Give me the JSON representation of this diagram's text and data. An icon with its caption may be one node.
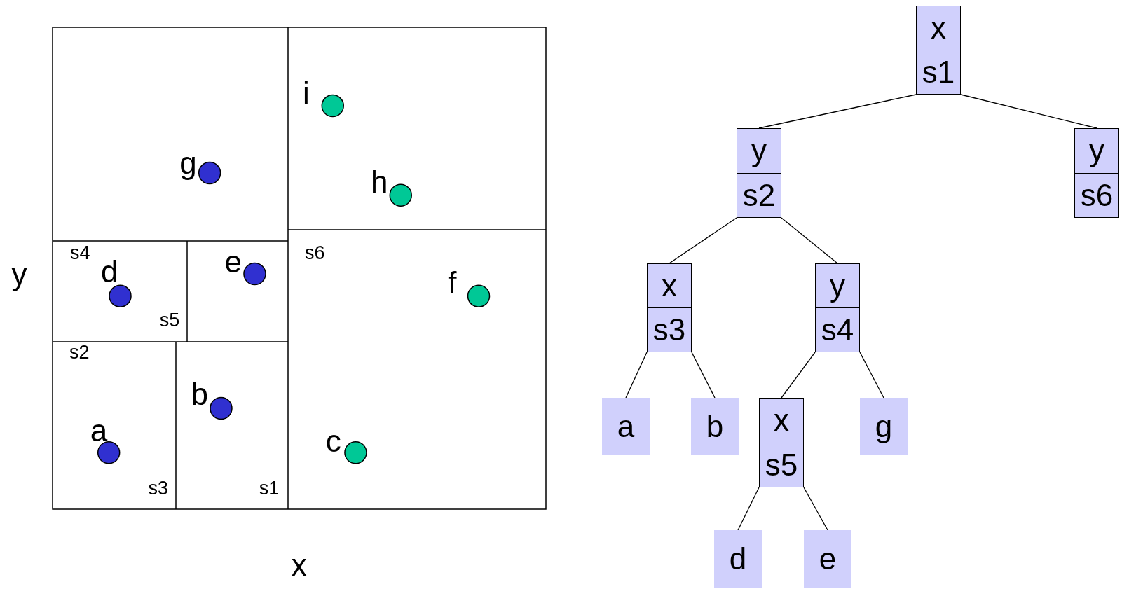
{
  "diagram": {
    "nodes": [
      {
        "text": [
          "x",
          "s1"
        ]
      },
      {
        "text": [
          "y",
          "s2"
        ]
      },
      {
        "text": [
          "y",
          "s6"
        ]
      },
      {
        "text": [
          "x",
          "s3"
        ]
      },
      {
        "text": [
          "y",
          "s4"
        ]
      },
      {
        "text": [
          "a"
        ]
      },
      {
        "text": [
          "b"
        ]
      },
      {
        "text": [
          "x",
          "s5"
        ]
      },
      {
        "text": [
          "g"
        ]
      },
      {
        "text": [
          "d"
        ]
      },
      {
        "text": [
          "e"
        ]
      }
    ],
    "edges": [
      {
        "from": 0,
        "to": 1,
        "arrow": "none"
      },
      {
        "from": 0,
        "to": 2,
        "arrow": "none"
      },
      {
        "from": 1,
        "to": 3,
        "arrow": "none"
      },
      {
        "from": 1,
        "to": 4,
        "arrow": "none"
      },
      {
        "from": 3,
        "to": 5,
        "arrow": "none"
      },
      {
        "from": 3,
        "to": 6,
        "arrow": "none"
      },
      {
        "from": 4,
        "to": 7,
        "arrow": "none"
      },
      {
        "from": 4,
        "to": 8,
        "arrow": "none"
      },
      {
        "from": 7,
        "to": 9,
        "arrow": "none"
      },
      {
        "from": 7,
        "to": 10,
        "arrow": "none"
      }
    ],
    "labels": [
      "i",
      "g",
      "h",
      "y",
      "s4",
      "d",
      "e",
      "s6",
      "f",
      "s5",
      "s2",
      "b",
      "a",
      "c",
      "s3",
      "s1",
      "x"
    ]
  }
}
